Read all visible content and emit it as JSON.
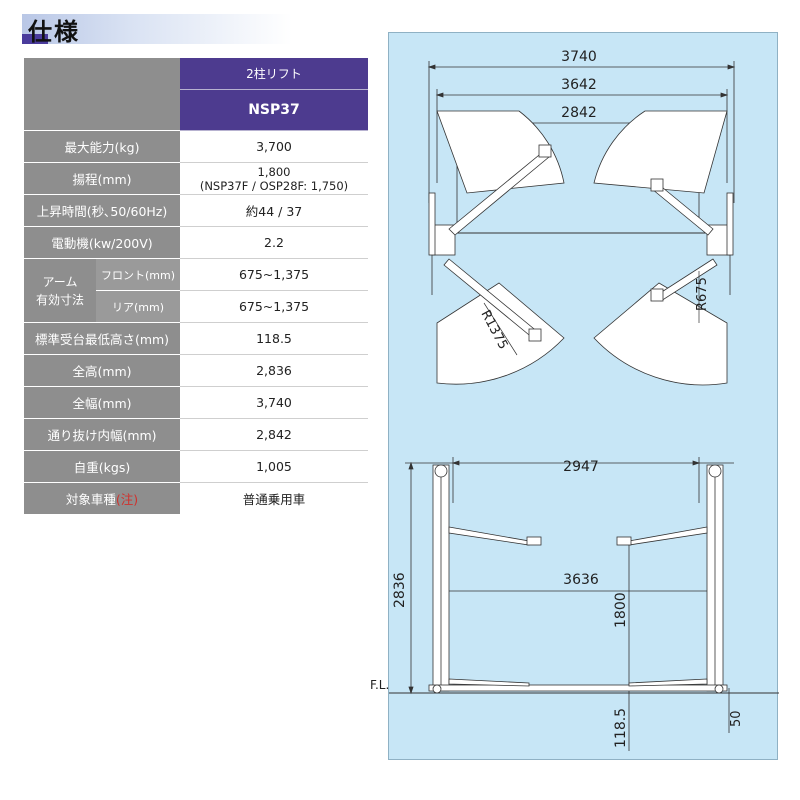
{
  "title": "仕様",
  "table": {
    "model_type": "2柱リフト",
    "model_name": "NSP37",
    "rows": [
      {
        "label": "最大能力(kg)",
        "value": "3,700"
      },
      {
        "label": "揚程(mm)",
        "value_line1": "1,800",
        "value_line2": "(NSP37F / OSP28F: 1,750)"
      },
      {
        "label": "上昇時間(秒､50/60Hz)",
        "value": "約44 / 37"
      },
      {
        "label": "電動機(kw/200V)",
        "value": "2.2"
      },
      {
        "label": "標準受台最低高さ(mm)",
        "value": "118.5"
      },
      {
        "label": "全高(mm)",
        "value": "2,836"
      },
      {
        "label": "全幅(mm)",
        "value": "3,740"
      },
      {
        "label": "通り抜け内幅(mm)",
        "value": "2,842"
      },
      {
        "label": "自重(kgs)",
        "value": "1,005"
      },
      {
        "label_main": "対象車種",
        "label_note": "(注)",
        "value": "普通乗用車"
      }
    ],
    "arm": {
      "label_line1": "アーム",
      "label_line2": "有効寸法",
      "front_label": "フロント(mm)",
      "front_value": "675~1,375",
      "rear_label": "リア(mm)",
      "rear_value": "675~1,375"
    }
  },
  "drawing": {
    "top_view": {
      "dim_overall": "3740",
      "dim_base": "3642",
      "dim_inner": "2842",
      "radius_long": "R1375",
      "radius_short": "R675"
    },
    "front_view": {
      "dim_top": "2947",
      "dim_width": "3636",
      "dim_height": "2836",
      "dim_lift": "1800",
      "dim_min_height": "118.5",
      "dim_base": "50",
      "floor_label": "F.L."
    }
  },
  "colors": {
    "panel_bg": "#c7e6f6",
    "header_purple": "#4d3b8f",
    "label_gray": "#8e8e8e",
    "note_red": "#d0312d"
  }
}
